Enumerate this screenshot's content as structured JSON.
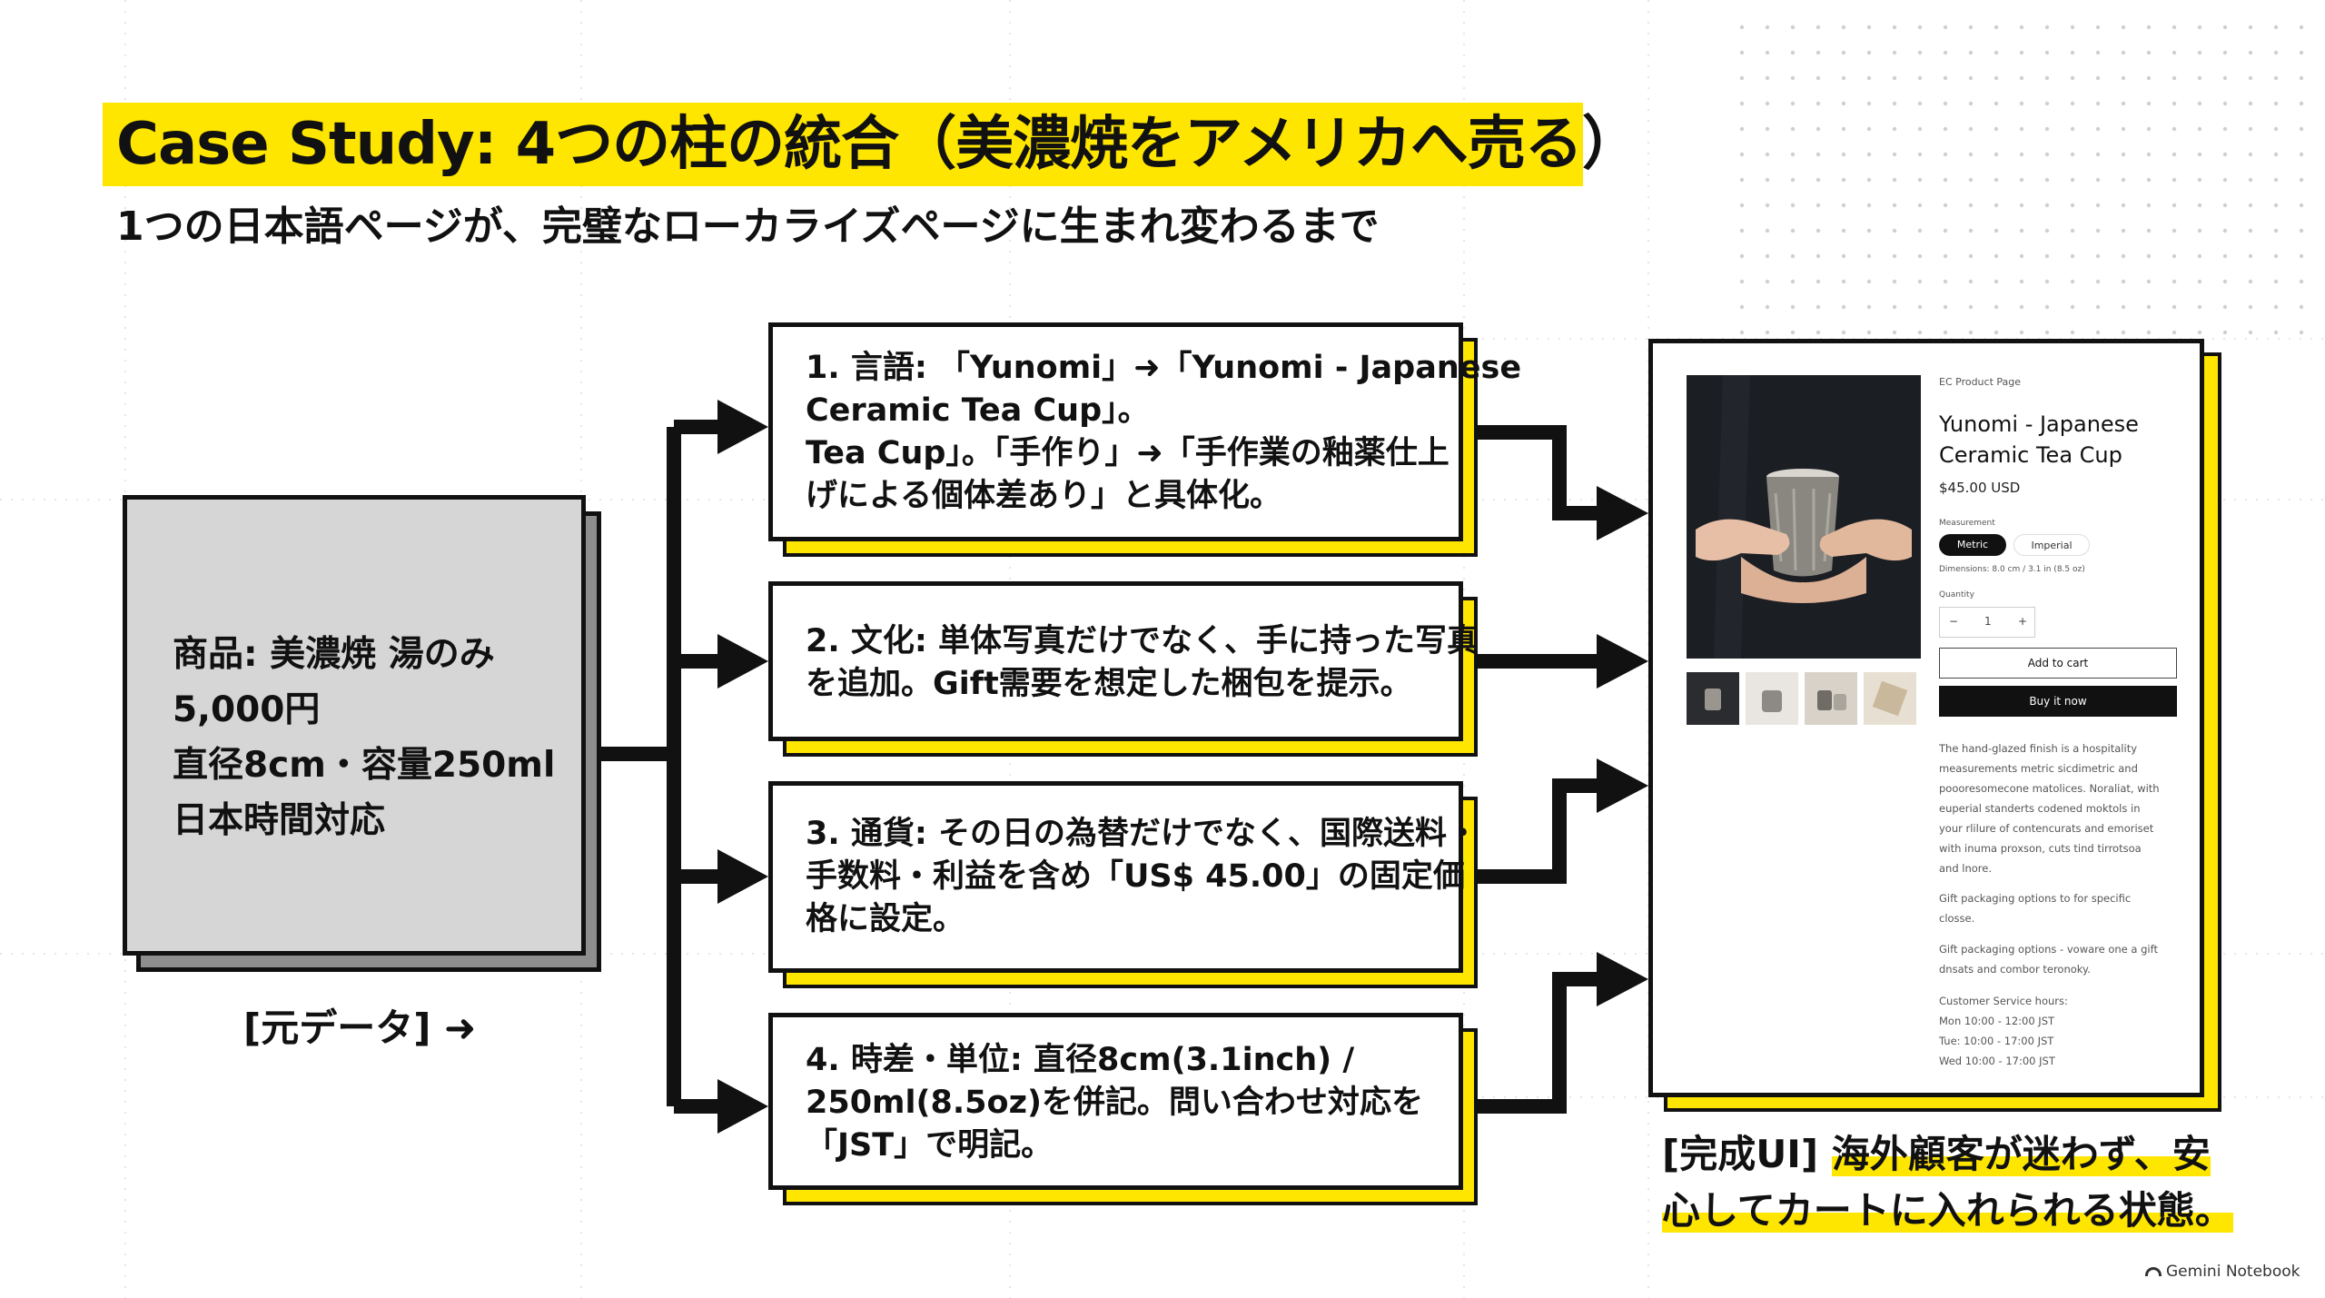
{
  "title": "Case Study: 4つの柱の統合（美濃焼をアメリカへ売る）",
  "subtitle": "1つの日本語ページが、完璧なローカライズページに生まれ変わるまで",
  "source": {
    "lines": [
      "商品: 美濃焼 湯のみ",
      "5,000円",
      "直径8cm・容量250ml",
      "日本時間対応"
    ],
    "caption": "[元データ] ➜"
  },
  "steps": [
    {
      "lines": [
        "1. 言語: 「Yunomi」➜「Yunomi - Japanese",
        "Ceramic Tea Cup」。",
        "Tea Cup」。「手作り」➜「手作業の釉薬仕上",
        "げによる個体差あり」と具体化。"
      ]
    },
    {
      "lines": [
        "2. 文化: 単体写真だけでなく、手に持った写真",
        "を追加。Gift需要を想定した梱包を提示。"
      ]
    },
    {
      "lines": [
        "3. 通貨: その日の為替だけでなく、国際送料・",
        "手数料・利益を含め「US$ 45.00」の固定価",
        "格に設定。"
      ]
    },
    {
      "lines": [
        "4. 時差・単位: 直径8cm(3.1inch) /",
        "250ml(8.5oz)を併記。問い合わせ対応を",
        "「JST」で明記。"
      ]
    }
  ],
  "ec": {
    "page_tag": "EC Product Page",
    "title_lines": [
      "Yunomi - Japanese",
      "Ceramic Tea Cup"
    ],
    "price": "$45.00 USD",
    "measurement_label": "Measurement",
    "unit_metric": "Metric",
    "unit_imperial": "Imperial",
    "dimensions": "Dimensions: 8.0 cm / 3.1 in (8.5 oz)",
    "quantity_label": "Quantity",
    "qty_minus": "−",
    "qty_value": "1",
    "qty_plus": "+",
    "add_to_cart": "Add to cart",
    "buy_now": "Buy it now",
    "desc_lines": [
      "The hand-glazed finish is a hospitality",
      "measurements metric sicdimetric and",
      "poooresomecone matolices. Noraliat, with",
      "euperial standerts codened moktols in",
      "your rlilure of contencurats and emoriset",
      "with inuma proxson, cuts tind tirrotsoa",
      "and lnore."
    ],
    "gift_line_1": [
      "Gift packaging options to for specific",
      "closse."
    ],
    "gift_line_2": [
      "Gift packaging options - voware one a gift",
      "dnsats and combor teronoky."
    ],
    "hours_title": "Customer Service hours:",
    "hours": [
      "Mon 10:00 - 12:00 JST",
      "Tue: 10:00 - 17:00 JST",
      "Wed 10:00 - 17:00 JST"
    ]
  },
  "final_caption": {
    "line1_plain": "[完成UI] ",
    "line1_highlight": "海外顧客が迷わず、安",
    "line2_highlight": "心してカートに入れられる状態。"
  },
  "footer": "Gemini Notebook",
  "colors": {
    "accent": "#ffe600",
    "ink": "#111111",
    "source_fill": "#d6d6d6",
    "source_shadow": "#8e8e8e"
  }
}
